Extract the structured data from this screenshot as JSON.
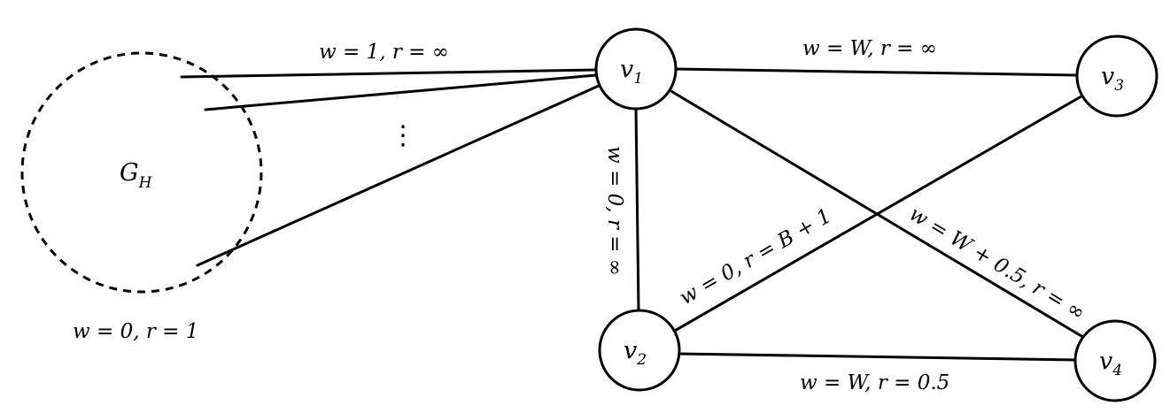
{
  "cluster": {
    "label": "G",
    "subscript": "H",
    "note": "w = 0, r = 1"
  },
  "nodes": [
    {
      "id": "v1",
      "base": "v",
      "subscript": "1"
    },
    {
      "id": "v2",
      "base": "v",
      "subscript": "2"
    },
    {
      "id": "v3",
      "base": "v",
      "subscript": "3"
    },
    {
      "id": "v4",
      "base": "v",
      "subscript": "4"
    }
  ],
  "edges": [
    {
      "id": "gh-v1",
      "label": "w = 1, r = ∞",
      "ellipsis": "⋮"
    },
    {
      "id": "v1-v3",
      "label": "w = W, r = ∞"
    },
    {
      "id": "v1-v2",
      "label": "w = 0, r = ∞"
    },
    {
      "id": "v2-v3",
      "label": "w = 0, r = B + 1"
    },
    {
      "id": "v1-v4",
      "label": "w = W + 0.5, r = ∞"
    },
    {
      "id": "v2-v4",
      "label": "w = W, r = 0.5"
    }
  ]
}
